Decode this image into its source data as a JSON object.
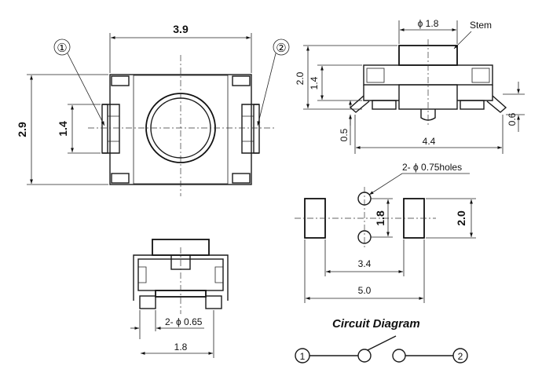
{
  "labels": {
    "width_top": "3.9",
    "height_left": "2.9",
    "pitch_left": "1.4",
    "pin1": "①",
    "pin2": "②",
    "stem_dia": "ϕ 1.8",
    "stem": "Stem",
    "height_side": "2.0",
    "height_side_inner": "1.4",
    "offset_bottom": "0.5",
    "leg_height": "0.6",
    "width_side": "4.4",
    "holes": "2- ϕ 0.75holes",
    "hole_pitch_v": "1.8",
    "pad_height": "2.0",
    "pad_inner": "3.4",
    "pad_outer": "5.0",
    "peg_dia": "2- ϕ 0.65",
    "peg_pitch": "1.8",
    "circuit_title": "Circuit Diagram",
    "circuit_pin1": "1",
    "circuit_pin2": "2"
  }
}
